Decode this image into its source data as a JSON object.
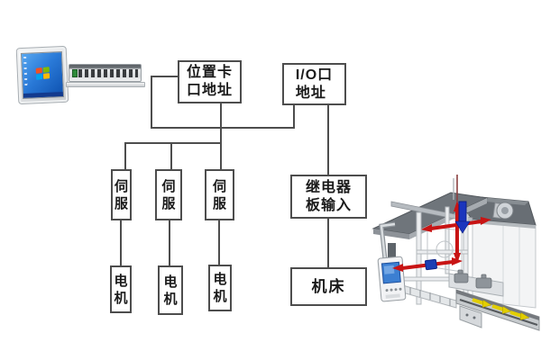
{
  "diagram": {
    "boxes": {
      "position_card": {
        "label": "位置卡\n口地址"
      },
      "io_port": {
        "label": "I/O口\n地址"
      },
      "servo_1": {
        "label": "伺\n服"
      },
      "servo_2": {
        "label": "伺\n服"
      },
      "servo_3": {
        "label": "伺\n服"
      },
      "relay_board": {
        "label": "继电器\n板输入"
      },
      "motor_1": {
        "label": "电\n机"
      },
      "motor_2": {
        "label": "电\n机"
      },
      "motor_3": {
        "label": "电\n机"
      },
      "machine_tool": {
        "label": "机床"
      }
    },
    "line_color": "#4d4d4d"
  },
  "illustrations": {
    "panel_pc_front": "industrial-panel-pc-windows-desktop",
    "panel_pc_side": "panel-pc-io-ports-side-view",
    "machine": "cnc-machining-center-3d-render"
  },
  "colors": {
    "connector_line": "#4d4d4d",
    "screen_blue": "#1f6fd0",
    "red_axis_arrow": "#c81414",
    "blue_spindle": "#1b35bd",
    "yellow_arrow": "#e2ce00"
  }
}
